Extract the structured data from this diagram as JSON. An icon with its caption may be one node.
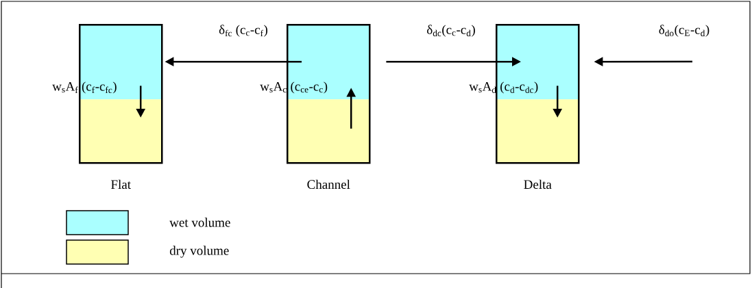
{
  "diagram": {
    "nodes": [
      {
        "text": [],
        "shape": "box",
        "beside": [
          "Flat"
        ]
      },
      {
        "text": [],
        "shape": "box",
        "in": 0
      },
      {
        "text": [],
        "shape": "box",
        "in": 0
      },
      {
        "text": [],
        "shape": "box",
        "beside": [
          "Channel"
        ]
      },
      {
        "text": [],
        "shape": "box",
        "in": 3
      },
      {
        "text": [],
        "shape": "box",
        "in": 3
      },
      {
        "text": [],
        "shape": "box",
        "beside": [
          "Delta"
        ]
      },
      {
        "text": [],
        "shape": "box",
        "in": 6
      },
      {
        "text": [],
        "shape": "box",
        "in": 6
      }
    ],
    "edges": [
      {
        "from": 4,
        "to": 1,
        "arrow": "to",
        "label": "δ$_{fc}$ (c$_{c}$-c$_{f}$)"
      },
      {
        "from": 4,
        "to": 7,
        "arrow": "to",
        "label": "δ$_{dc}$(c$_{c}$-c$_{d}$)"
      },
      {
        "from": null,
        "to": 7,
        "arrow": "to",
        "label": "δ$_{do}$(c$_{E}$-c$_{d}$)"
      },
      {
        "from": 1,
        "to": 2,
        "arrow": "to",
        "label": "w$_{s}$A$_{f}$ (c$_{f}$-c$_{fc}$)"
      },
      {
        "from": 5,
        "to": 4,
        "arrow": "to",
        "label": "w$_{s}$A$_{c}$ (c$_{ce}$-c$_{c}$)"
      },
      {
        "from": 7,
        "to": 8,
        "arrow": "to",
        "label": "w$_{s}$A$_{d}$ (c$_{d}$-c$_{dc}$)"
      }
    ],
    "legend": [
      {
        "text": "wet volume",
        "color": "#aaffff"
      },
      {
        "text": "dry volume",
        "color": "#ffffb3"
      }
    ]
  }
}
